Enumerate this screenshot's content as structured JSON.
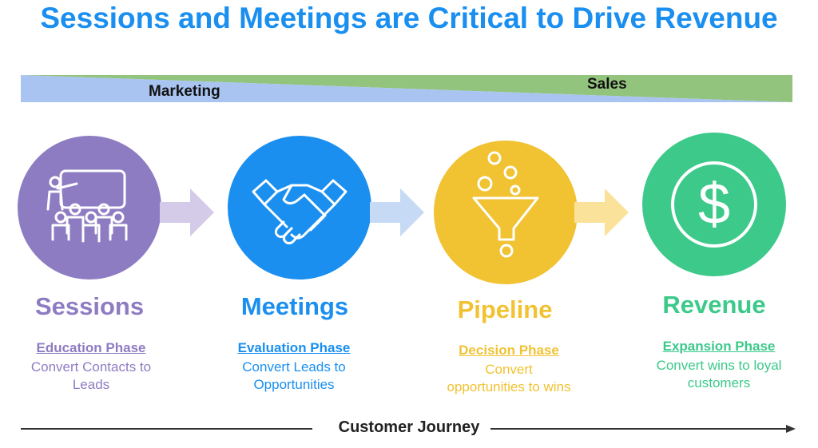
{
  "title": "Sessions and Meetings are Critical to Drive Revenue",
  "band": {
    "left_label": "Marketing",
    "right_label": "Sales",
    "left_color": "#a9c4f1",
    "right_color": "#93c47d"
  },
  "stages": [
    {
      "name": "Sessions",
      "phase": "Education Phase",
      "desc_lines": [
        "Convert Contacts to",
        "Leads"
      ],
      "color": "#8e7cc3",
      "icon": "presentation-audience-icon"
    },
    {
      "name": "Meetings",
      "phase": "Evaluation Phase",
      "desc_lines": [
        "Convert Leads to",
        "Opportunities"
      ],
      "color": "#1a8ff0",
      "icon": "handshake-icon"
    },
    {
      "name": "Pipeline",
      "phase": "Decision Phase",
      "desc_lines": [
        "Convert",
        "opportunities to wins"
      ],
      "color": "#f1c232",
      "icon": "funnel-icon"
    },
    {
      "name": "Revenue",
      "phase": "Expansion Phase",
      "desc_lines": [
        "Convert wins to loyal",
        "customers"
      ],
      "color": "#3cc98a",
      "icon": "dollar-coin-icon"
    }
  ],
  "arrow_colors": [
    "#d3cbe8",
    "#c6daf5",
    "#fbe29b"
  ],
  "journey_label": "Customer Journey"
}
